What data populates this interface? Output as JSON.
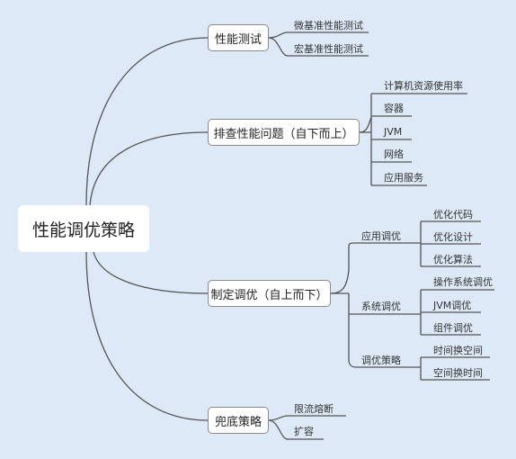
{
  "root": {
    "label": "性能调优策略"
  },
  "branches": [
    {
      "label": "性能测试",
      "children": [
        "微基准性能测试",
        "宏基准性能测试"
      ]
    },
    {
      "label": "排查性能问题（自下而上）",
      "children": [
        "计算机资源使用率",
        "容器",
        "JVM",
        "网络",
        "应用服务"
      ]
    },
    {
      "label": "制定调优（自上而下）",
      "groups": [
        {
          "label": "应用调优",
          "children": [
            "优化代码",
            "优化设计",
            "优化算法"
          ]
        },
        {
          "label": "系统调优",
          "children": [
            "操作系统调优",
            "JVM调优",
            "组件调优"
          ]
        },
        {
          "label": "调优策略",
          "children": [
            "时间换空间",
            "空间换时间"
          ]
        }
      ]
    },
    {
      "label": "兜底策略",
      "children": [
        "限流熔断",
        "扩容"
      ]
    }
  ],
  "colors": {
    "background": "#dde9f6",
    "line": "#555555",
    "node_fill": "#ffffff",
    "node_border": "#8a8a8a"
  }
}
